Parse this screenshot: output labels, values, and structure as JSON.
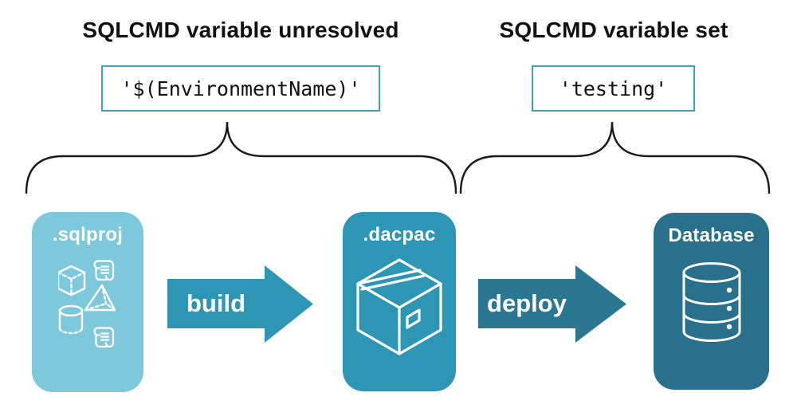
{
  "annotations": {
    "left": {
      "title": "SQLCMD variable unresolved",
      "value": "'$(EnvironmentName)'"
    },
    "right": {
      "title": "SQLCMD variable set",
      "value": "'testing'"
    }
  },
  "pipeline": {
    "nodes": [
      {
        "id": "sqlproj",
        "label": ".sqlproj",
        "color": "#7EC8DC",
        "icons": [
          "cube-icon",
          "scroll-icon",
          "pyramid-icon",
          "cylinder-icon",
          "scroll-icon"
        ]
      },
      {
        "id": "dacpac",
        "label": ".dacpac",
        "color": "#2E96B5",
        "icons": [
          "package-icon"
        ]
      },
      {
        "id": "database",
        "label": "Database",
        "color": "#28708B",
        "icons": [
          "database-icon"
        ]
      }
    ],
    "arrows": [
      {
        "label": "build",
        "color": "#2E96B5"
      },
      {
        "label": "deploy",
        "color": "#2B7690"
      }
    ]
  },
  "colors": {
    "background": "#FFFFFF",
    "ink": "#1A1A1A",
    "code_box_border": "#3BA4C3",
    "sqlproj_light_blue": "#7EC8DC",
    "dacpac_teal": "#2E96B5",
    "deploy_dark_teal": "#2B7690",
    "database_dark_teal": "#28708B",
    "icon_white": "#FFFFFF"
  }
}
